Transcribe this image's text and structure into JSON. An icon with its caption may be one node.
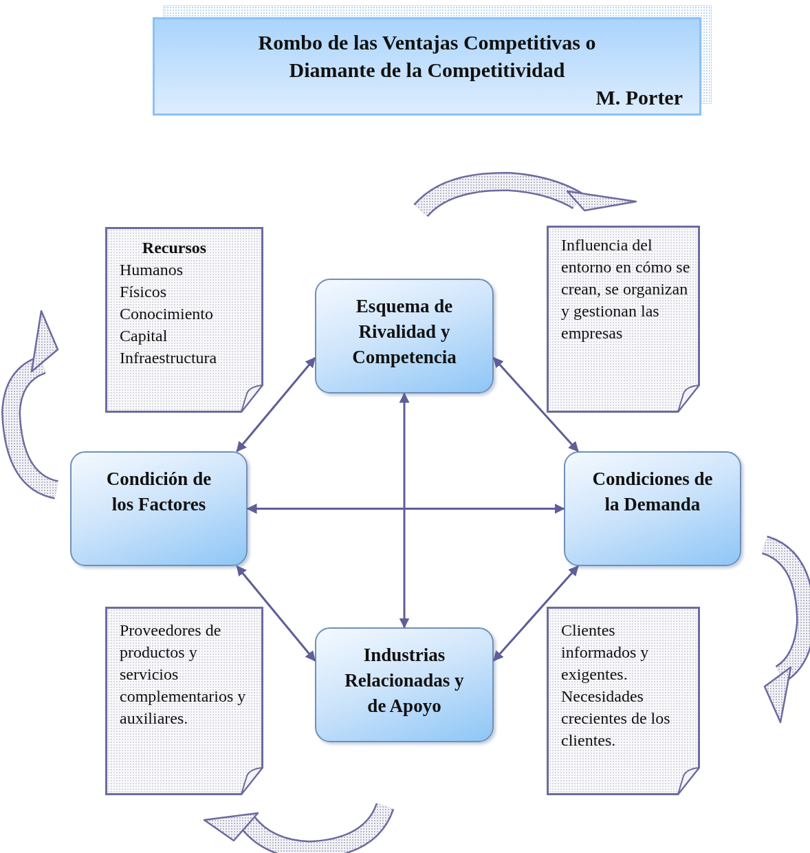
{
  "diagram": {
    "nodes": [
      {
        "text": [
          "Rombo de las Ventajas Competitivas o Diamante de la Competitividad",
          "M. Porter"
        ]
      },
      {
        "text": [
          "Recursos",
          "Humanos",
          "Físicos",
          "Conocimiento",
          "Capital",
          "Infraestructura"
        ]
      },
      {
        "text": [
          "Esquema de Rivalidad y Competencia"
        ]
      },
      {
        "text": [
          "Influencia del entorno en cómo se crean, se organizan y gestionan las empresas"
        ]
      },
      {
        "text": [
          "Condición de los Factores"
        ]
      },
      {
        "text": [
          "Condiciones de la Demanda"
        ]
      },
      {
        "text": [
          "Proveedores de productos y servicios complementarios y auxiliares."
        ]
      },
      {
        "text": [
          "Industrias Relacionadas y de Apoyo"
        ]
      },
      {
        "text": [
          "Clientes informados y exigentes.",
          "Necesidades crecientes de los clientes."
        ]
      }
    ],
    "edges": [
      {
        "from": 4,
        "to": 2,
        "arrow": "both"
      },
      {
        "from": 2,
        "to": 5,
        "arrow": "both"
      },
      {
        "from": 4,
        "to": 7,
        "arrow": "both"
      },
      {
        "from": 7,
        "to": 5,
        "arrow": "both"
      },
      {
        "from": 4,
        "to": 5,
        "arrow": "both"
      },
      {
        "from": 2,
        "to": 7,
        "arrow": "both"
      }
    ]
  }
}
